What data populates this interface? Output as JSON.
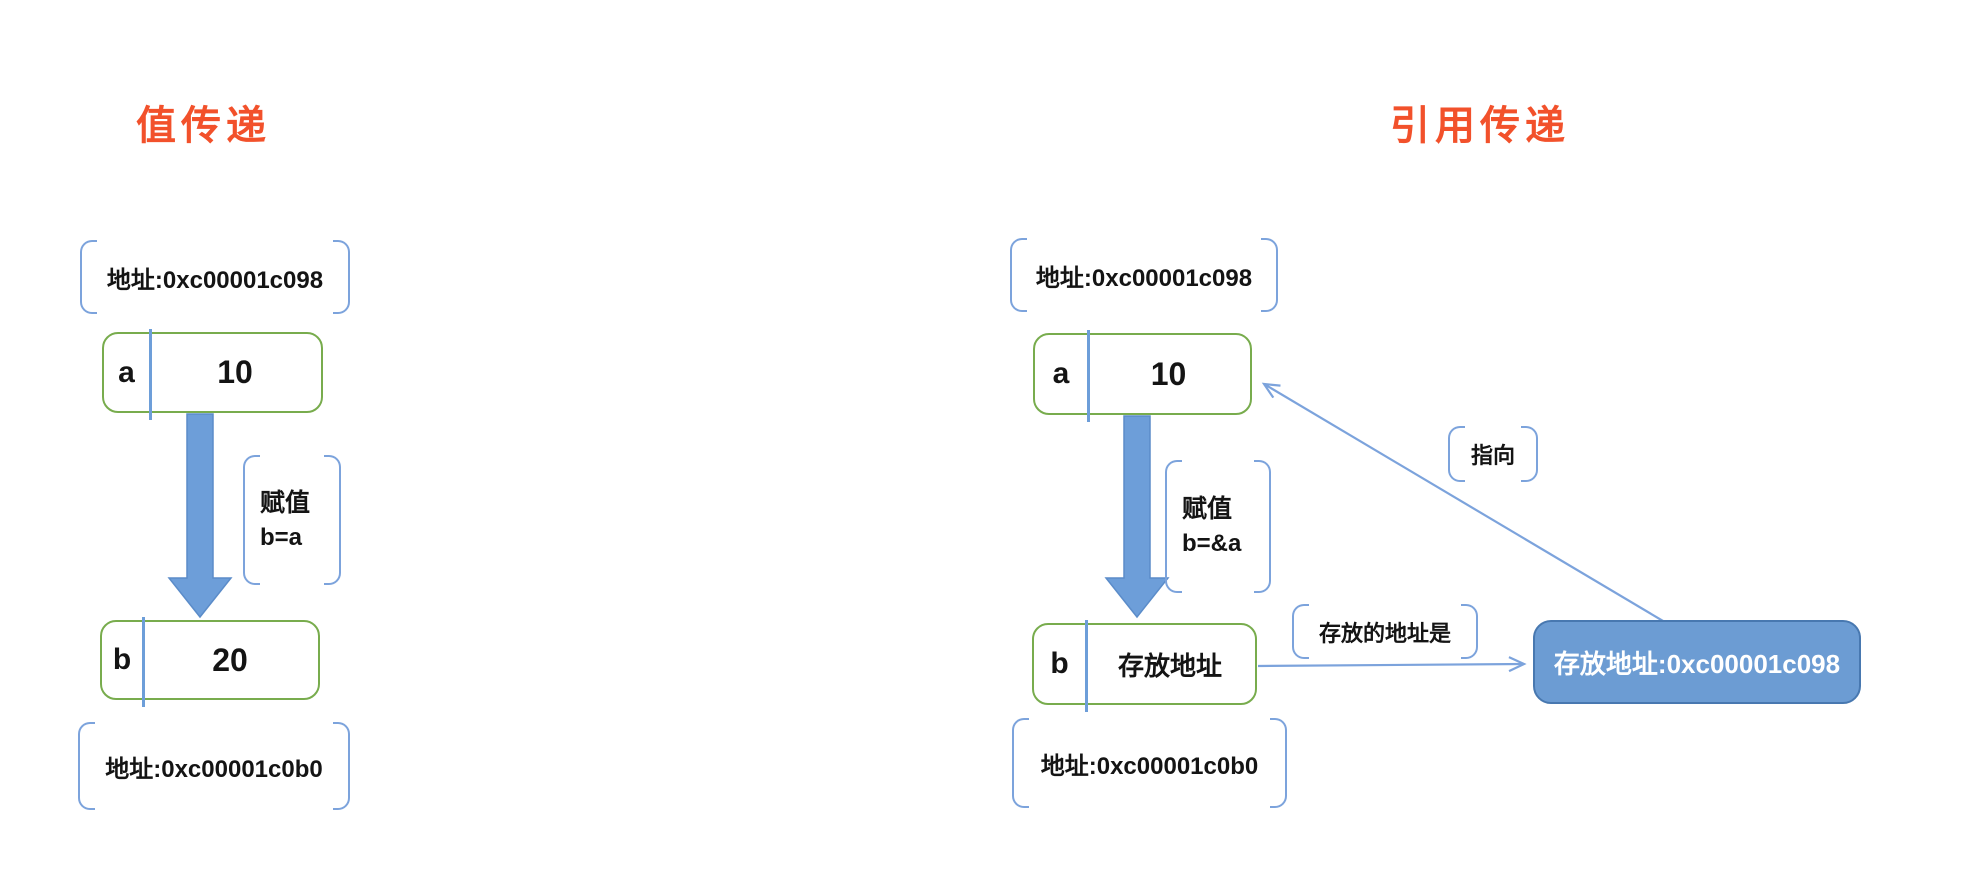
{
  "colors": {
    "title_accent": "#F2512B",
    "box_border_green": "#78AC4D",
    "connector_blue": "#7CA3DC",
    "arrow_fill_blue": "#6D9ED9",
    "pointer_box_fill": "#6C9CD3",
    "pointer_box_border": "#4878B0",
    "pointer_box_text": "#FFFFFF",
    "text_black": "#141414"
  },
  "left": {
    "title": "值传递",
    "address_top": "地址:0xc00001c098",
    "a_name": "a",
    "a_value": "10",
    "assign_line1": "赋值",
    "assign_line2": "b=a",
    "b_name": "b",
    "b_value": "20",
    "address_bottom": "地址:0xc00001c0b0"
  },
  "right": {
    "title": "引用传递",
    "address_top": "地址:0xc00001c098",
    "a_name": "a",
    "a_value": "10",
    "assign_line1": "赋值",
    "assign_line2": "b=&a",
    "b_name": "b",
    "b_value": "存放地址",
    "address_bottom": "地址:0xc00001c0b0",
    "pointer_arrow_label": "指向",
    "stored_address_arrow_label": "存放的地址是",
    "pointer_target_box": "存放地址:0xc00001c098"
  }
}
